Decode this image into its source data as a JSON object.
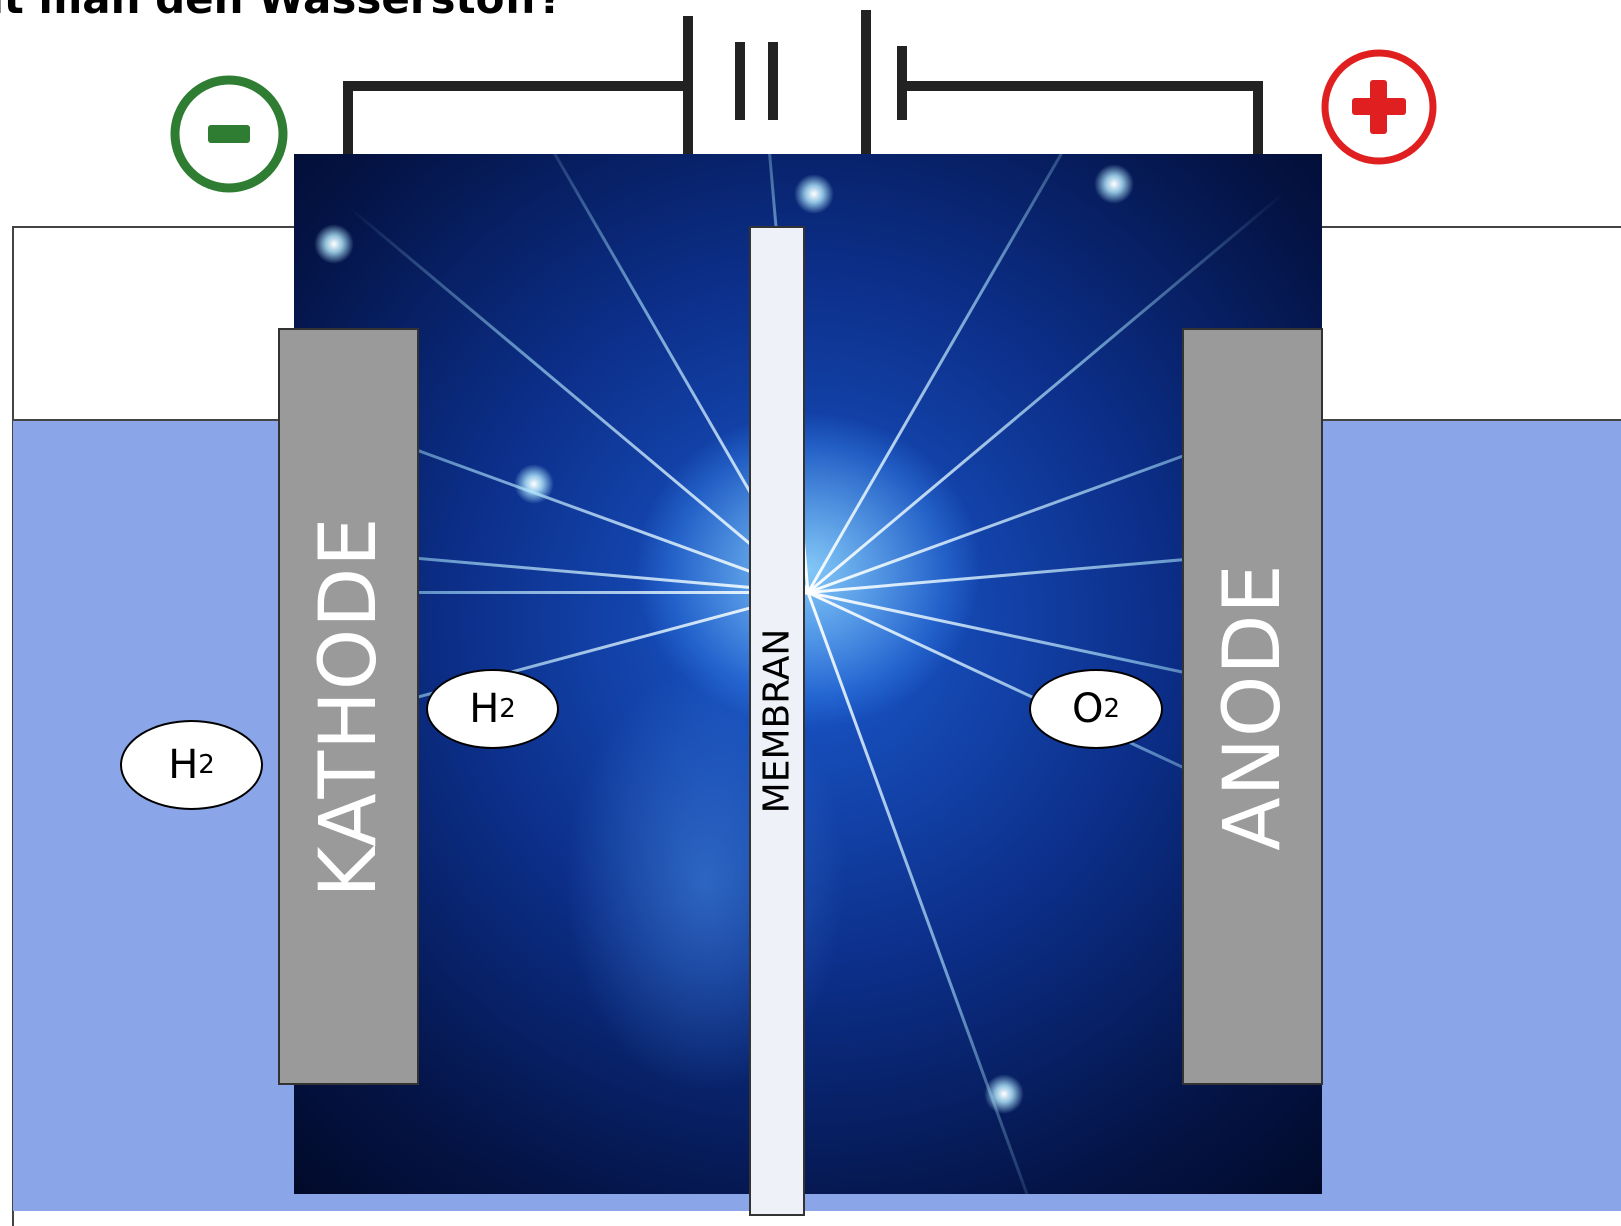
{
  "title": "mt man den Wasserstoff?",
  "labels": {
    "kathode": "KATHODE",
    "anode": "ANODE",
    "membrane": "MEMBRAN"
  },
  "molecules": [
    {
      "element": "H",
      "subscript": "2"
    },
    {
      "element": "H",
      "subscript": "2"
    },
    {
      "element": "O",
      "subscript": "2"
    }
  ],
  "terminals": {
    "negative": {
      "symbol": "minus",
      "color": "#2e7d32"
    },
    "positive": {
      "symbol": "plus",
      "color": "#e02020"
    }
  },
  "colors": {
    "electrolyte": "#8aa6e8",
    "electrode": "#9a9a9a",
    "membrane": "#eef1f8",
    "wire": "#222222"
  }
}
